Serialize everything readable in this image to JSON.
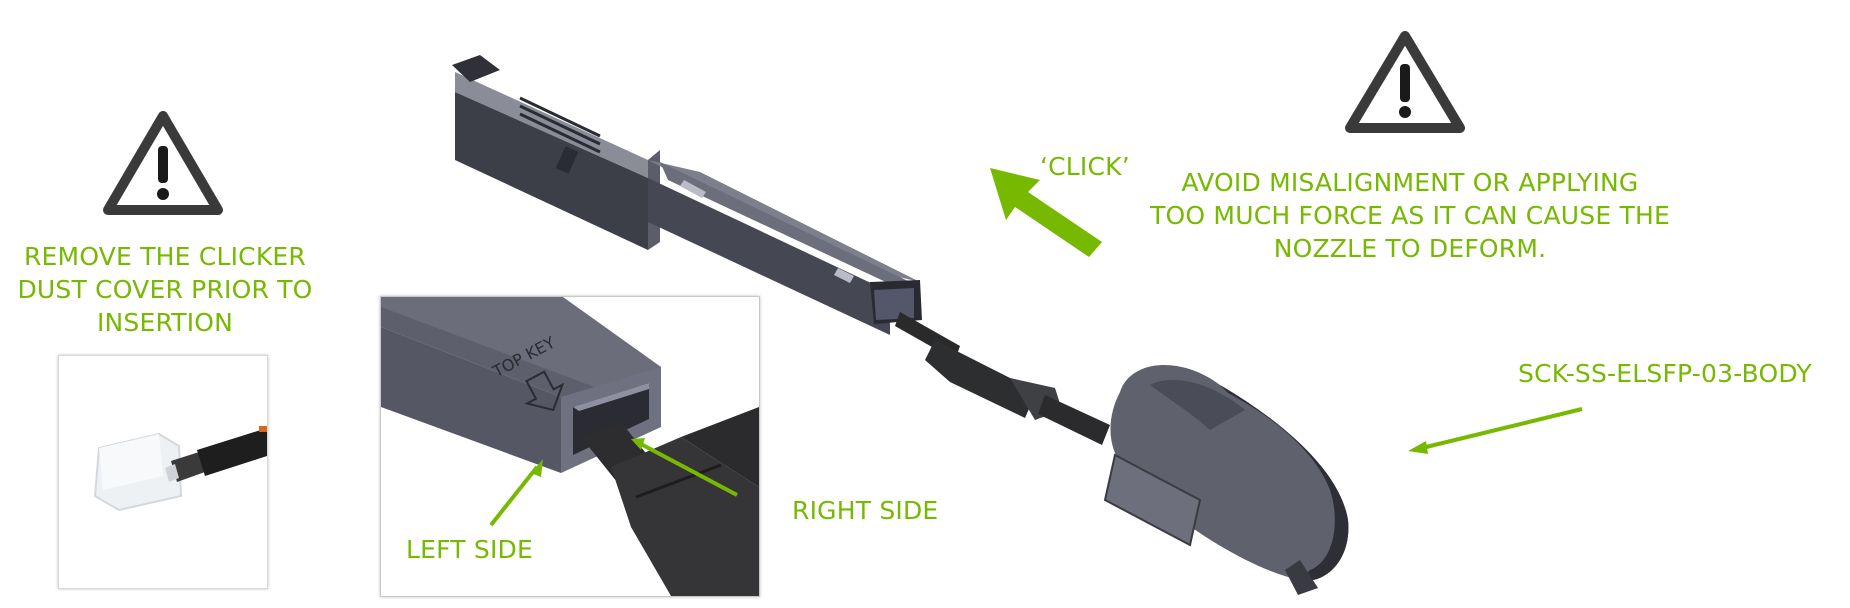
{
  "warnings": {
    "left": [
      "REMOVE THE CLICKER",
      "DUST COVER PRIOR TO",
      "INSERTION"
    ],
    "right": [
      "AVOID MISALIGNMENT OR APPLYING",
      "TOO MUCH FORCE AS IT CAN CAUSE THE",
      "NOZZLE TO DEFORM."
    ]
  },
  "labels": {
    "click": "‘CLICK’",
    "part_number": "SCK-SS-ELSFP-03-BODY",
    "left_side": "LEFT SIDE",
    "right_side": "RIGHT SIDE"
  },
  "body_markings": {
    "top_key": "TOP KEY"
  },
  "icons": {
    "warning_icon": "warning-triangle-icon",
    "direction_arrow": "insert-direction-arrow-icon"
  },
  "colors": {
    "accent_green": "#76b900",
    "module_dark": "#4e505c",
    "module_face": "#6a6c7a"
  }
}
